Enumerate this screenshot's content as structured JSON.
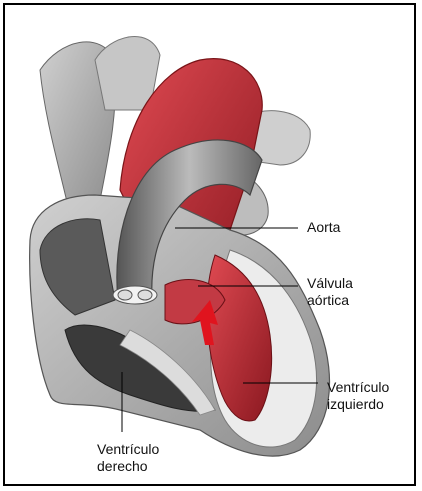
{
  "labels": {
    "aorta": "Aorta",
    "aortic_valve_line1": "Válvula",
    "aortic_valve_line2": "aórtica",
    "left_ventricle_line1": "Ventrículo",
    "left_ventricle_line2": "izquierdo",
    "right_ventricle_line1": "Ventrículo",
    "right_ventricle_line2": "derecho"
  },
  "colors": {
    "artery_red": "#c0202a",
    "chamber_red": "#a8323a",
    "vessel_gray": "#8a8a8a",
    "muscle_gray": "#b8b8b8",
    "dark_chamber": "#3a3a3a",
    "wall_light": "#e8e8e8",
    "leader_line": "#000000"
  }
}
